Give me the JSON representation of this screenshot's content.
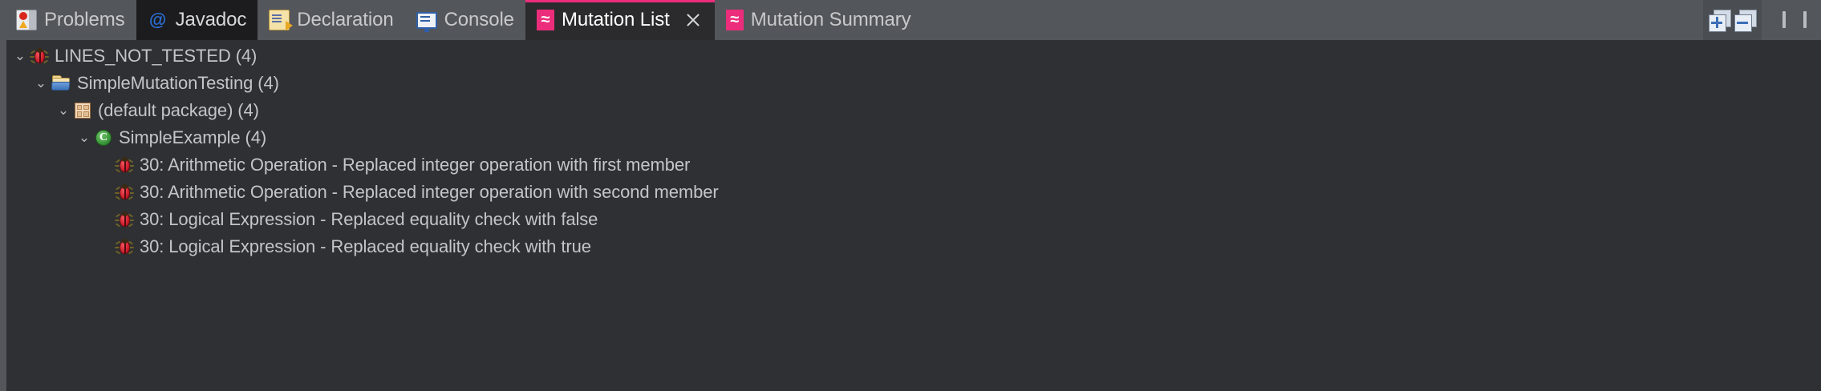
{
  "tabbar": {
    "tabs": [
      {
        "label": "Problems",
        "icon": "problems-icon",
        "state": "inactive"
      },
      {
        "label": "Javadoc",
        "icon": "javadoc-icon",
        "state": "dark"
      },
      {
        "label": "Declaration",
        "icon": "declaration-icon",
        "state": "inactive"
      },
      {
        "label": "Console",
        "icon": "console-icon",
        "state": "inactive"
      },
      {
        "label": "Mutation List",
        "icon": "mutation-icon",
        "state": "active",
        "closable": true
      },
      {
        "label": "Mutation Summary",
        "icon": "mutation-icon",
        "state": "inactive"
      }
    ],
    "active_tab": "Mutation List",
    "accent_color": "#ec2d7b",
    "bar_color": "#53565a",
    "active_tab_color": "#2b2b2d"
  },
  "toolbar": {
    "buttons": [
      {
        "name": "expand-all-button",
        "tooltip": "Expand All"
      },
      {
        "name": "collapse-all-button",
        "tooltip": "Collapse All"
      }
    ],
    "window_buttons": [
      {
        "name": "minimize-button",
        "tooltip": "Minimize"
      },
      {
        "name": "maximize-button",
        "tooltip": "Maximize"
      }
    ]
  },
  "tree": {
    "background": "#2f3033",
    "text_color": "#c3c5c7",
    "rows": [
      {
        "label": "LINES_NOT_TESTED (4)",
        "icon": "bug-icon",
        "depth": 0,
        "expanded": true,
        "twisty": "⌄"
      },
      {
        "label": "SimpleMutationTesting (4)",
        "icon": "folder-icon",
        "depth": 1,
        "expanded": true,
        "twisty": "⌄"
      },
      {
        "label": "(default package) (4)",
        "icon": "package-icon",
        "depth": 2,
        "expanded": true,
        "twisty": "⌄"
      },
      {
        "label": "SimpleExample (4)",
        "icon": "class-icon",
        "depth": 3,
        "expanded": true,
        "twisty": "⌄"
      },
      {
        "label": "30: Arithmetic Operation - Replaced integer operation with first member",
        "icon": "bug-icon",
        "depth": 4,
        "expanded": false,
        "twisty": ""
      },
      {
        "label": "30: Arithmetic Operation - Replaced integer operation with second member",
        "icon": "bug-icon",
        "depth": 4,
        "expanded": false,
        "twisty": ""
      },
      {
        "label": "30: Logical Expression - Replaced equality check with false",
        "icon": "bug-icon",
        "depth": 4,
        "expanded": false,
        "twisty": ""
      },
      {
        "label": "30: Logical Expression - Replaced equality check with true",
        "icon": "bug-icon",
        "depth": 4,
        "expanded": false,
        "twisty": ""
      }
    ]
  }
}
